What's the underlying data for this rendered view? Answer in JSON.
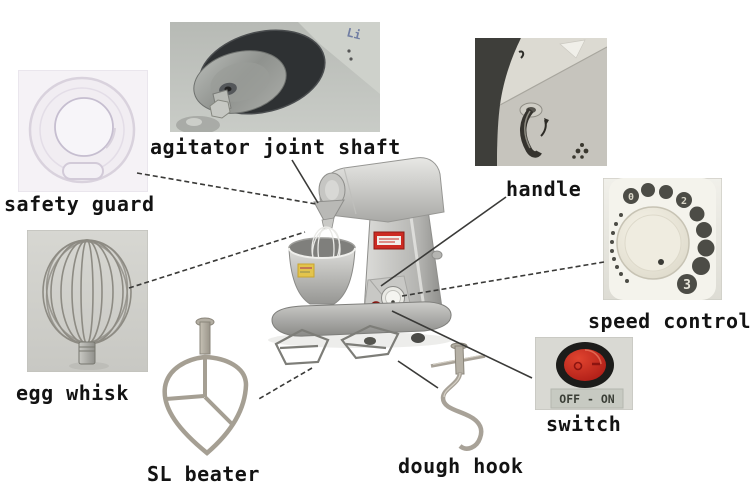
{
  "diagram": {
    "parts": {
      "safety_guard": {
        "label": "safety guard"
      },
      "agitator_joint_shaft": {
        "label": "agitator joint shaft"
      },
      "handle": {
        "label": "handle"
      },
      "speed_control": {
        "label": "speed control",
        "dial_marks": [
          "0",
          "2",
          "3"
        ]
      },
      "switch": {
        "label": "switch",
        "plate_text": "OFF - ON"
      },
      "egg_whisk": {
        "label": "egg whisk"
      },
      "sl_beater": {
        "label": "SL beater"
      },
      "dough_hook": {
        "label": "dough hook"
      }
    },
    "colors": {
      "switch_red": "#c0271e",
      "warning_sticker_red": "#cd2a22",
      "bowl_sticker_yellow": "#e3c44c",
      "callout_line": "#3a3a38",
      "label_text": "#131313"
    }
  }
}
